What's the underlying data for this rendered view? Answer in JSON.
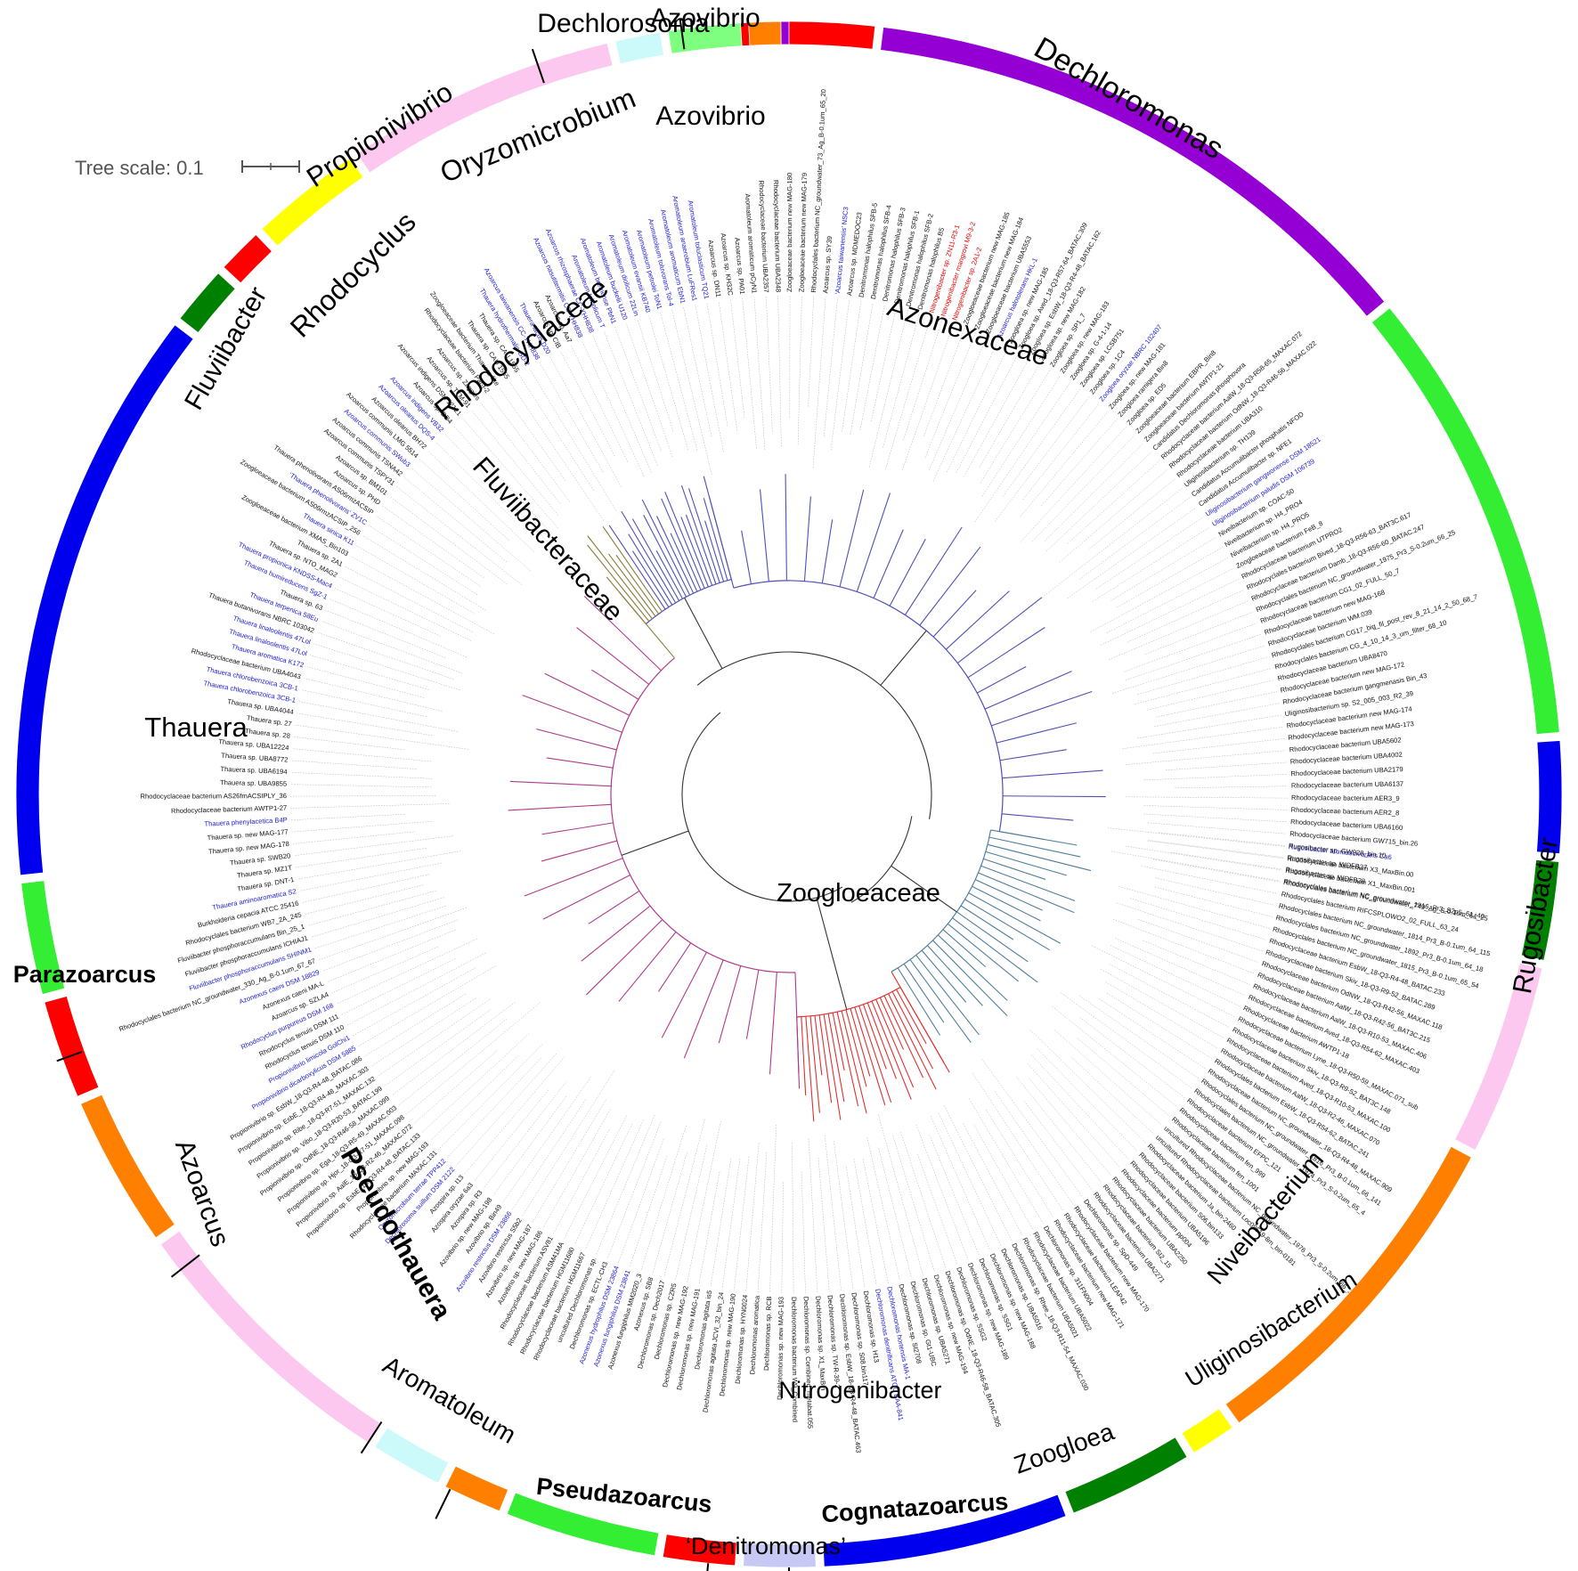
{
  "scale": {
    "label": "Tree scale: 0.1"
  },
  "colors": {
    "red": "#ff0000",
    "purple": "#9400d3",
    "green": "#33ee33",
    "lightgreen": "#7fff7f",
    "cyan": "#ccfafa",
    "orange": "#ff8000",
    "pink": "#fcc8f0",
    "yellow": "#ffff00",
    "darkgreen": "#008000",
    "blue": "#0000ee",
    "lavender": "#c8c8f5",
    "white": "#ffffff",
    "branch_purple": "#5050b4",
    "branch_teal": "#4f7f9c",
    "branch_red": "#e03030",
    "branch_magenta": "#b03a8a",
    "branch_brown": "#8b7a3a",
    "branch_black": "#333333"
  },
  "ring": [
    {
      "id": "azovibrio-top",
      "color": "red"
    },
    {
      "id": "dechloromonas",
      "color": "purple"
    },
    {
      "id": "green-right",
      "color": "green"
    },
    {
      "id": "blue-right",
      "color": "blue"
    },
    {
      "id": "darkgreen-right",
      "color": "darkgreen"
    },
    {
      "id": "rugosibacter",
      "color": "pink"
    },
    {
      "id": "orange-right",
      "color": "orange"
    },
    {
      "id": "niveibacterium",
      "color": "yellow"
    },
    {
      "id": "uliginosibacterium",
      "color": "darkgreen"
    },
    {
      "id": "zoogloea",
      "color": "blue"
    },
    {
      "id": "cognatazoarcus",
      "color": "lavender"
    },
    {
      "id": "nitrogenibacter",
      "color": "red"
    },
    {
      "id": "denitromonas",
      "color": "green"
    },
    {
      "id": "pseudazoarcus",
      "color": "orange"
    },
    {
      "id": "cyan-bottom",
      "color": "cyan"
    },
    {
      "id": "aromatoleum",
      "color": "pink"
    },
    {
      "id": "pseudothauera",
      "color": "orange"
    },
    {
      "id": "azoarcus",
      "color": "red"
    },
    {
      "id": "parazoarcus",
      "color": "green"
    },
    {
      "id": "thauera",
      "color": "blue"
    },
    {
      "id": "fluviibacter",
      "color": "darkgreen"
    },
    {
      "id": "red-left",
      "color": "red"
    },
    {
      "id": "rhodocyclus",
      "color": "yellow"
    },
    {
      "id": "propionivibrio",
      "color": "pink"
    },
    {
      "id": "oryzomicrobium",
      "color": "cyan"
    },
    {
      "id": "dechlorosoma",
      "color": "lightgreen"
    },
    {
      "id": "azovibrio-small",
      "color": "orange"
    },
    {
      "id": "purple-top",
      "color": "purple"
    }
  ],
  "genus_labels": [
    {
      "text": "Azovibrio",
      "bold": false
    },
    {
      "text": "Dechloromonas",
      "bold": false
    },
    {
      "text": "Dechlorosoma",
      "bold": false
    },
    {
      "text": "Azovibrio",
      "bold": false
    },
    {
      "text": "Oryzomicrobium",
      "bold": false
    },
    {
      "text": "Propionivibrio",
      "bold": false
    },
    {
      "text": "Rhodocyclus",
      "bold": false
    },
    {
      "text": "Fluviibacter",
      "bold": false
    },
    {
      "text": "Thauera",
      "bold": false
    },
    {
      "text": "Parazoarcus",
      "bold": true
    },
    {
      "text": "Azoarcus",
      "bold": false
    },
    {
      "text": "Pseudothauera",
      "bold": true
    },
    {
      "text": "Aromatoleum",
      "bold": false
    },
    {
      "text": "Pseudazoarcus",
      "bold": true
    },
    {
      "text": "‘Denitromonas’",
      "bold": false
    },
    {
      "text": "Nitrogenibacter",
      "bold": false
    },
    {
      "text": "Cognatazoarcus",
      "bold": true
    },
    {
      "text": "Zoogloea",
      "bold": false
    },
    {
      "text": "Uliginosibacterium",
      "bold": false
    },
    {
      "text": "Niveibacterium",
      "bold": false
    },
    {
      "text": "Rugosibacter",
      "bold": false
    }
  ],
  "family_labels": [
    {
      "text": "Azonexaceae"
    },
    {
      "text": "Rhodocyclaceae"
    },
    {
      "text": "Fluviibacteraceae"
    },
    {
      "text": "Zoogloeaceae"
    }
  ],
  "leaves": [
    "Rugosibacter aromaticivorans Ca6",
    "Rhodocyclaceae bacterium X3_MaxBin.00",
    "Rhodocyclaceae bacterium X1_MaxBin.001",
    "Rhodocyclales bacterium NC_groundwater_749_Ag_S-0.1um_64_25",
    "Rhodocyclales bacterium RIFCSPLOWO2_02_FULL_63_24",
    "Rhodocyclales bacterium NC_groundwater_1814_Pr3_B-0.1um_64_115",
    "Rhodocyclales bacterium NC_groundwater_1892_Pr3_B-0.1um_64_18",
    "Rhodocyclales bacterium NC_groundwater_1815_Pr3_B-0.1um_65_54",
    "Rhodocyclaceae bacterium EsbW_18-Q3-R4-48_BATAC.233",
    "Rhodocyclaceae bacterium Skiv_18-Q3-R9-52_BATAC.289",
    "Rhodocyclaceae bacterium OdNW_18-Q3-R42-56_MAXAC.118",
    "Rhodocyclaceae bacterium AalW_18-Q3-R42-56_BAT3C.215",
    "Rhodocyclaceae bacterium AalW_18-Q3-R10-53_MAXAC.406",
    "Rhodocyclaceae bacterium Aved_18-Q3-R54-62_MAXAC.403",
    "Rhodocyclaceae bacterium AWTP1-18",
    "Rhodocyclaceae bacterium Lyne_18-Q3-R50-59_MAXAC.071_sub",
    "Rhodocyclaceae bacterium Skiv_18-Q3-R9-52_BAT3C.148",
    "Rhodocyclaceae bacterium Aved_18-Q3-R10-53_MAXAC.100",
    "Rhodocyclaceae bacterium AalW_18-Q3-R2-46_MAXAC.070",
    "Rhodocyclales bacterium EsbW_18-Q3-R54-62_BATAC.241",
    "Rhodocyclaceae bacterium NC_groundwater_18-Q3-R4-48_MAXAC.909",
    "Rhodocyclales bacterium NC_groundwater_1816_Pr3_B-0.1um_66_141",
    "Rhodocyclales bacterium NC_groundwater_1974_Pr3_S-0.2um_65_4",
    "Rhodocyclaceae bacterium EFPC_121",
    "Rhodocyclaceae bacterium fen_999",
    "Rhodocyclaceae bacterium fen_1001",
    "uncultured Rhodocyclaceae bacterium NC_groundwater_1976_Pr3_S-0.2um_66_3",
    "uncultured Rhodocyclaceae bacterium Loc09519-8m_bin-0181",
    "Rhodocyclaceae bacterium Ja_bin-2460",
    "Rhodocyclaceae bacterium S06.bin133",
    "Rhodocyclaceae bacterium UBA5196",
    "Rhodocyclaceae bacterium pp004",
    "Rhodocyclaceae bacterium UBA2250",
    "Rhodocyclaceae bacterium SI2_15",
    "Rhodocyclaceae bacterium UBA2271",
    "Dechloromonas sp. SpD-449",
    "Rhodocyclaceae bacterium new MAG-170",
    "Rhodocyclaceae bacterium LEAP42",
    "Rhodocyclaceae bacterium new MAG-171",
    "Dechloromonas sp. 311FN004",
    "Rhodocyclaceae bacterium UBA5022",
    "Rhodocyclaceae bacterium UBA5021",
    "Dechloromonas sp. Rhee_18-Q3-R11-54_MAXAC.030",
    "Dechloromonas sp. UBA5016",
    "Dechloromonas sp. new MAG-188",
    "Dechloromonas sp. SSG1",
    "Dechloromonas sp. new MAG-189",
    "Dechloromonas sp. SSG2",
    "Dechloromonas sp. OdNE_18-Q3-R46-58_BATAC.305",
    "Dechloromonas sp. new MAG-194",
    "Dechloromonas sp. UBA5271",
    "Dechloromonas sp. Gt1-UBC",
    "Dechloromonas sp. SI2708",
    "Dechloromonas hortensis MA-1",
    "Dechloromonas denitrificans ATCC BAA-841",
    "Dechloromonas sp. H13",
    "Dechloromonas sp. S08.bin117",
    "Dechloromonas sp. EsbW_18-Q3-R4-48_BATAC.463",
    "Dechloromonas sp. TW-R-39-2",
    "Dechloromonas sp. X1_MaxBin",
    "Dechloromonas sp. Combined_metabat.055",
    "Dechloromonas bacterium W9_Combined",
    "Dechloromonas sp. new MAG-193",
    "Dechloromonas sp. RCB",
    "Dechloromonas aromatica",
    "Dechloromonas sp. HYN0024",
    "Dechloromonas sp. new MAG-190",
    "Dechloromonas agitata JCVI_32_bin_24",
    "Dechloromonas agitata is5",
    "Dechloromonas sp. new MAG-191",
    "Dechloromonas sp. new MAG-192",
    "Dechloromonas sp. CZR5",
    "Dechloromonas sp. Dech2017",
    "Azonexus sp. SB8",
    "Azonexus fungiphilus MM2020_3",
    "Azonexus fungiphilus DSM 23841",
    "Azonexus hydrophilus DSM 23864",
    "Dechloromonas sp. ECTL-CH3",
    "uncultured Dechloromonas sp.",
    "Rhodocyclaceae bacterium HGM11667",
    "Rhodocyclaceae bacterium HGM11680",
    "Rhodocyclaceae bacterium ASM41MA",
    "Rhodocyclaceae bacterium ASV81",
    "Azovibrio sp. new MAG-186",
    "Azovibrio sp. new MAG-187",
    "Azovibrio restrictus S5b2",
    "Azovibrio restrictus DSM 23866",
    "Azovibrio sp. Bin49",
    "Azovibrio sp. new MAG-198",
    "Azospira sp. R3",
    "Azospira oryzae 6a3",
    "Azospira sp. I13",
    "Dechlorosoma suillum DSM 2122",
    "Oryzomicrobium terrae TPP412",
    "Rhodocyclaceae bacterium MAXAC.131",
    "Propionivibrio sp. new MAG-193",
    "Propionivibrio sp. EsbE_18-Q3-R4-48_BATAC.133",
    "Propionivibrio sp. AalE_18-Q3-R2-46_MAXAC.072",
    "Propionivibrio sp. Hjor_18-Q3-R7-51_MAXAC.098",
    "Propionivibrio sp. Ega_18-Q3-R5-49_MAXAC.003",
    "Propionivibrio sp. OdNE_18-Q3-R46-58_MAXAC.099",
    "Propionivibrio sp. Vibo_18-Q3-R20-53_BATAC.199",
    "Propionivibrio sp. Ribe_18-Q3-R7-51_MAXAC.132",
    "Propionivibrio sp. EsbE_18-Q3-R4-48_MAXAC.303",
    "Propionivibrio sp. EsbW_18-Q3-R4-48_BATAC.086",
    "Propionivibrio dicarboxylicus DSM 5885",
    "Propionivibrio limicola GolChi1",
    "Rhodocyclus tenuis DSM 110",
    "Rhodocyclus tenuis DSM 111",
    "Rhodocyclus purpureus DSM 168",
    "Azoarcus sp. SZLA4",
    "Azonexus caeni MA-L",
    "Azonexus caeni DSM 18829",
    "Rhodocyclales bacterium NC_groundwater_330_Ag_B-0.1um_67_67",
    "Fluviibacter phosphoraccumulans SHINM1",
    "Fluviibacter phosphoraccumulans ICHIAJ1",
    "Fluviibacter phosphoraccumulans Bin_25_1",
    "Rhodocyclales bacterium WB7_2A_245",
    "Burkholderia cepacia ATCC 25416",
    "Thauera aminoaromatica S2",
    "Thauera sp. DNT-1",
    "Thauera sp. MZ1T",
    "Thauera sp. SWB20",
    "Thauera sp. new MAG-178",
    "Thauera sp. new MAG-177",
    "Thauera phenylacetica B4P",
    "Rhodocyclaceae bacterium AWTP1-27",
    "Rhodocyclaceae bacterium AS26fmACSIPLY_36",
    "Thauera sp. UBA9855",
    "Thauera sp. UBA6194",
    "Thauera sp. UBA8772",
    "Thauera sp. UBA12224",
    "Thauera sp. 28",
    "Thauera sp. 27",
    "Thauera sp. UBA4044",
    "Thauera chlorobenzoica 3CB-1",
    "Thauera chlorobenzoica 3CB-1",
    "Rhodocyclaceae bacterium UBA4043",
    "Thauera aromatica K172",
    "Thauera linaloolentis 47Lol",
    "Thauera linaloolentis 47Lol",
    "Thauera butanivorans NBRC 103042",
    "Thauera terpenica 58Eu",
    "Thauera sp. 63",
    "Thauera humireducens SgZ-1",
    "Thauera propionica KNDSS-Mac4",
    "Thauera sp. NTO_MAG2",
    "Thauera sp. 2A1",
    "Zoogloeaceae bacterium XMAS_Bin103",
    "Thauera sinica K11",
    "Zoogloeaceae bacterium AS06rmzACSIP_256",
    "‘Thauera phenolivorans’ ZV1C",
    "Thauera phenolivorans AS06rmzACSIP",
    "Azoarcus sp. PHD",
    "Azoarcus sp. BM101",
    "Azoarcus communis TSPY31",
    "Azoarcus communis TSNA42",
    "Azoarcus communis SWub3",
    "Azoarcus communis LMG 5514",
    "Azoarcus olearius BH72",
    "Azoarcus olearius DQS-4",
    "Azoarcus indigens VB32",
    "Azoarcus sp. DD4",
    "Azoarcus indigens DSM 12121",
    "Azoarcus sp. TTM-91",
    "Azoarcus sp. Zaggies",
    "Rhodocyclaceae bacterium Par-f-2",
    "Zoogloeaceae bacterium Thauera-like",
    "Thauera sp. CAU 1555",
    "Thauera sp. CAU 1555",
    "Thauera hydrothermalis GD-2",
    "Azoarcus taiwanensis CC-YHH838",
    "Thauera lacus D20",
    "Azoarcus sp. CIB",
    "Azoarcus sp. Aa7",
    "Azoarcus nasutitermitis CC-YHH838",
    "Azoarcus rhizosphaerae CC-YHH838",
    "Aromatoleum toluolicum T",
    "Aromatoleum bremense PbN1",
    "Aromatoleum buckelii U120",
    "Aromatoleum diolicum 22Lin",
    "Aromatoleum evansii KB740",
    "Aromatoleum petrolei ToN1",
    "Aromatoleum toluvorans Tol-4",
    "Aromatoleum aromaticum EbN1",
    "Aromatoleum anaerobium LuFRes1",
    "Aromatoleum toluclasticum TQ21",
    "Azoarcus sp. DN11",
    "Azoarcus sp. KH32C",
    "Azoarcus sp. PA01",
    "Aromatoleum aromaticum pCyN1",
    "Rhodocyclaceae bacterium UBA2357",
    "Rhodocyclaceae bacterium UBA2348",
    "Zoogloeaceae bacterium new MAG-180",
    "Zoogloeaceae bacterium new MAG-179",
    "Rhodocyclales bacterium NC_groundwater_73_Ag_B-0.1um_65_20",
    "Azoarcus sp. SY39",
    "‘Azoarcus taiwanensis’ NSC3",
    "Azoarcus sp. MDMEDOC23",
    "Denitromonas halophilus SFB-5",
    "Denitromonas halophilus SFB-4",
    "Denitromonas halophilus SFB-3",
    "Denitromonas halophilus SFB-1",
    "Denitromonas halophilus SFB-2",
    "Denitromonas halophilus B5",
    "Nitrogenibacter sp. ZN11-R3-1",
    "Nitrogenibacter mangrovi M9-3-2",
    "Nitrogenibacter sp. 2A1-2",
    "Zoogloeaceae bacterium new MAG-185",
    "Zoogloeaceae bacterium new MAG-184",
    "Zoogloeaceae bacterium UBA5553",
    "Azoarcus halotolerans HKL-1",
    "Zoogloea sp. new MAG-185",
    "Zoogloea sp. Aved_18-Q3-R57-64_BATAC.309",
    "Zoogloea sp. EsbW_18-Q3-R4-48_BATAC.162",
    "Zoogloea sp. new MAG-182",
    "Zoogloea sp. SP1_7",
    "Zoogloea sp. new MAG-183",
    "Zoogloea sp. G-4-1-14",
    "Zoogloea sp. LCSB751",
    "Zoogloea sp. 1C4",
    "Zoogloea oryzae NBRC 102407",
    "Zoogloea sp. new MAG-181",
    "Zoogloea ramigera Bin8",
    "Zoogloea sp. ED5",
    "Zoogloeaceae bacterium EBPR_Bin8",
    "Zoogloeaceae bacterium AWTP1-21",
    "Candidatus Dechloromonas phosphovora",
    "Rhodocyclaceae bacterium AalW_18-Q3-R58-65_MAXAC.072",
    "Rhodocyclaceae bacterium OdNW_18-Q3-R46-56_MAXAC.022",
    "Rhodocyclaceae bacterium UBA310",
    "Uliginosibacterium sp. TH139",
    "Candidatus Accumulibacter phosphatis NFOD",
    "Candidatus Accumulibacter sp. NFE1",
    "Uliginosibacterium gangwonense DSM 18521",
    "Uliginosibacterium paludis DSM 106739",
    "Niveibacterium sp. COAC-50",
    "Niveibacterium sp. H4_PRO4",
    "Niveibacterium sp. H4_PRO5",
    "Zoogloeaceae bacterium FeB_8",
    "Rhodocyclaceae bacterium UTPRO2",
    "Rhodocyclales bacterium Bived_18-Q3-R56-63_BAT3C.617",
    "Rhodocyclaceae bacterium Damb_18-Q3-R56-60_BATAC.247",
    "Rhodocyclales bacterium NC_groundwater_1975_Pr3_S-0.2um_66_25",
    "Rhodocyclaceae bacterium CG1_02_FULL_50_7",
    "Rhodocyclaceae bacterium new MAG-168",
    "Rhodocyclaceae bacterium WM.039",
    "Rhodocyclales bacterium CG17_big_fil_post_rev_8_21_14_2_50_68_7",
    "Rhodocyclales bacterium CG_4_10_14_3_um_filter_68_10",
    "Rhodocyclaceae bacterium UBA8470",
    "Rhodocyclaceae bacterium new MAG-172",
    "Rhodocyclaceae bacterium gangmenasis Bin_43",
    "Uliginosibacterium sp. S2_005_003_R2_39",
    "Rhodocyclaceae bacterium new MAG-174",
    "Rhodocyclaceae bacterium new MAG-173",
    "Rhodocyclaceae bacterium UBA5602",
    "Rhodocyclaceae bacterium UBA4002",
    "Rhodocyclaceae bacterium UBA2179",
    "Rhodocyclaceae bacterium UBA6137",
    "Rhodocyclaceae bacterium AER3_9",
    "Rhodocyclaceae bacterium AER2_8",
    "Rhodocyclaceae bacterium UBA6160",
    "Rhodocyclaceae bacterium GW715_bin.26",
    "Rugosibacter sp. GW928_bin.10",
    "Rugosibacter sp. WOFB27",
    "Rugosibacter sp. WOFB28",
    "Rhodocyclales bacterium NC_groundwater_1916_Pr3_S2p5_61_40"
  ],
  "highlight_leaves": [
    "Rugosibacter aromaticivorans Ca6",
    "Dechloromonas hortensis MA-1",
    "Dechloromonas denitrificans ATCC BAA-841",
    "Azonexus fungiphilus DSM 23841",
    "Azonexus hydrophilus DSM 23864",
    "Azovibrio restrictus DSM 23866",
    "Dechlorosoma suillum DSM 2122",
    "Oryzomicrobium terrae TPP412",
    "Propionivibrio dicarboxylicus DSM 5885",
    "Propionivibrio limicola GolChi1",
    "Rhodocyclus purpureus DSM 168",
    "Azonexus caeni DSM 18829",
    "Fluviibacter phosphoraccumulans SHINM1",
    "Thauera aminoaromatica S2",
    "Thauera phenylacetica B4P",
    "Thauera chlorobenzoica 3CB-1",
    "Thauera aromatica K172",
    "Thauera linaloolentis 47Lol",
    "Thauera terpenica 58Eu",
    "Thauera humireducens SgZ-1",
    "Thauera propionica KNDSS-Mac4",
    "Thauera sinica K11",
    "‘Thauera phenolivorans’ ZV1C",
    "Azoarcus communis SWub3",
    "Azoarcus olearius DQS-4",
    "Azoarcus indigens VB32",
    "Thauera hydrothermalis GD-2",
    "Azoarcus taiwanensis CC-YHH838",
    "Thauera lacus D20",
    "Azoarcus nasutitermitis CC-YHH838",
    "Azoarcus rhizosphaerae CC-YHH838",
    "Aromatoleum toluolicum T",
    "Aromatoleum bremense PbN1",
    "Aromatoleum buckelii U120",
    "Aromatoleum diolicum 22Lin",
    "Aromatoleum evansii KB740",
    "Aromatoleum petrolei ToN1",
    "Aromatoleum toluvorans Tol-4",
    "Aromatoleum aromaticum EbN1",
    "Aromatoleum anaerobium LuFRes1",
    "Aromatoleum toluclasticum TQ21",
    "‘Azoarcus taiwanensis’ NSC3",
    "Azoarcus halotolerans HKL-1",
    "Zoogloea oryzae NBRC 102407",
    "Uliginosibacterium gangwonense DSM 18521",
    "Uliginosibacterium paludis DSM 106739"
  ],
  "red_leaves": [
    "Nitrogenibacter sp. ZN11-R3-1",
    "Nitrogenibacter mangrovi M9-3-2",
    "Nitrogenibacter sp. 2A1-2"
  ]
}
